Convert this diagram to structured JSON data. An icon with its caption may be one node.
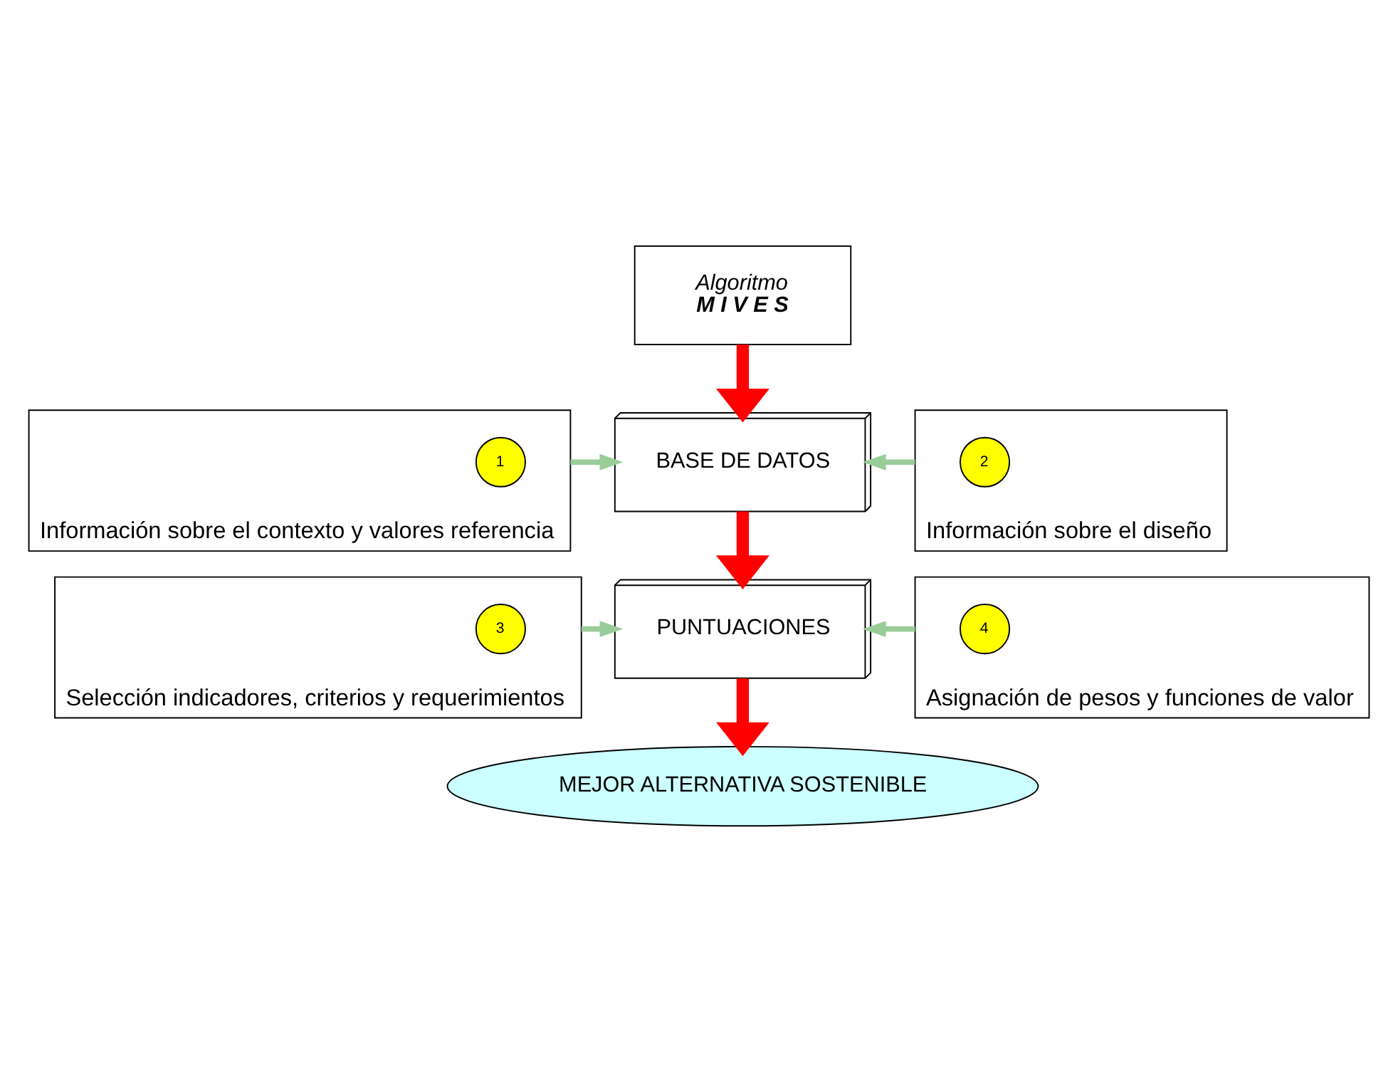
{
  "diagram": {
    "nodes": [
      {
        "text": [
          "Algoritmo",
          "M I V E S"
        ]
      },
      {
        "text": [
          "Información sobre el contexto y valores referencia"
        ]
      },
      {
        "text": [
          "1"
        ],
        "in": 1
      },
      {
        "text": [
          "BASE DE DATOS"
        ]
      },
      {
        "text": [
          "Información sobre el diseño"
        ]
      },
      {
        "text": [
          "2"
        ],
        "in": 4
      },
      {
        "text": [
          "Selección indicadores, criterios y requerimientos"
        ]
      },
      {
        "text": [
          "3"
        ],
        "in": 6
      },
      {
        "text": [
          "PUNTUACIONES"
        ]
      },
      {
        "text": [
          "Asignación de pesos y funciones de valor"
        ]
      },
      {
        "text": [
          "4"
        ],
        "in": 9
      },
      {
        "text": [
          "MEJOR ALTERNATIVA SOSTENIBLE"
        ]
      }
    ],
    "edges": [
      {
        "from": 0,
        "to": 3,
        "arrow": "to",
        "style": "thick",
        "color": "#ff0000"
      },
      {
        "from": 1,
        "to": 3,
        "arrow": "to"
      },
      {
        "from": 4,
        "to": 3,
        "arrow": "to"
      },
      {
        "from": 3,
        "to": 8,
        "arrow": "to",
        "style": "thick",
        "color": "#ff0000"
      },
      {
        "from": 6,
        "to": 8,
        "arrow": "to"
      },
      {
        "from": 9,
        "to": 8,
        "arrow": "to"
      },
      {
        "from": 8,
        "to": 11,
        "arrow": "to",
        "style": "thick",
        "color": "#ff0000"
      }
    ]
  }
}
